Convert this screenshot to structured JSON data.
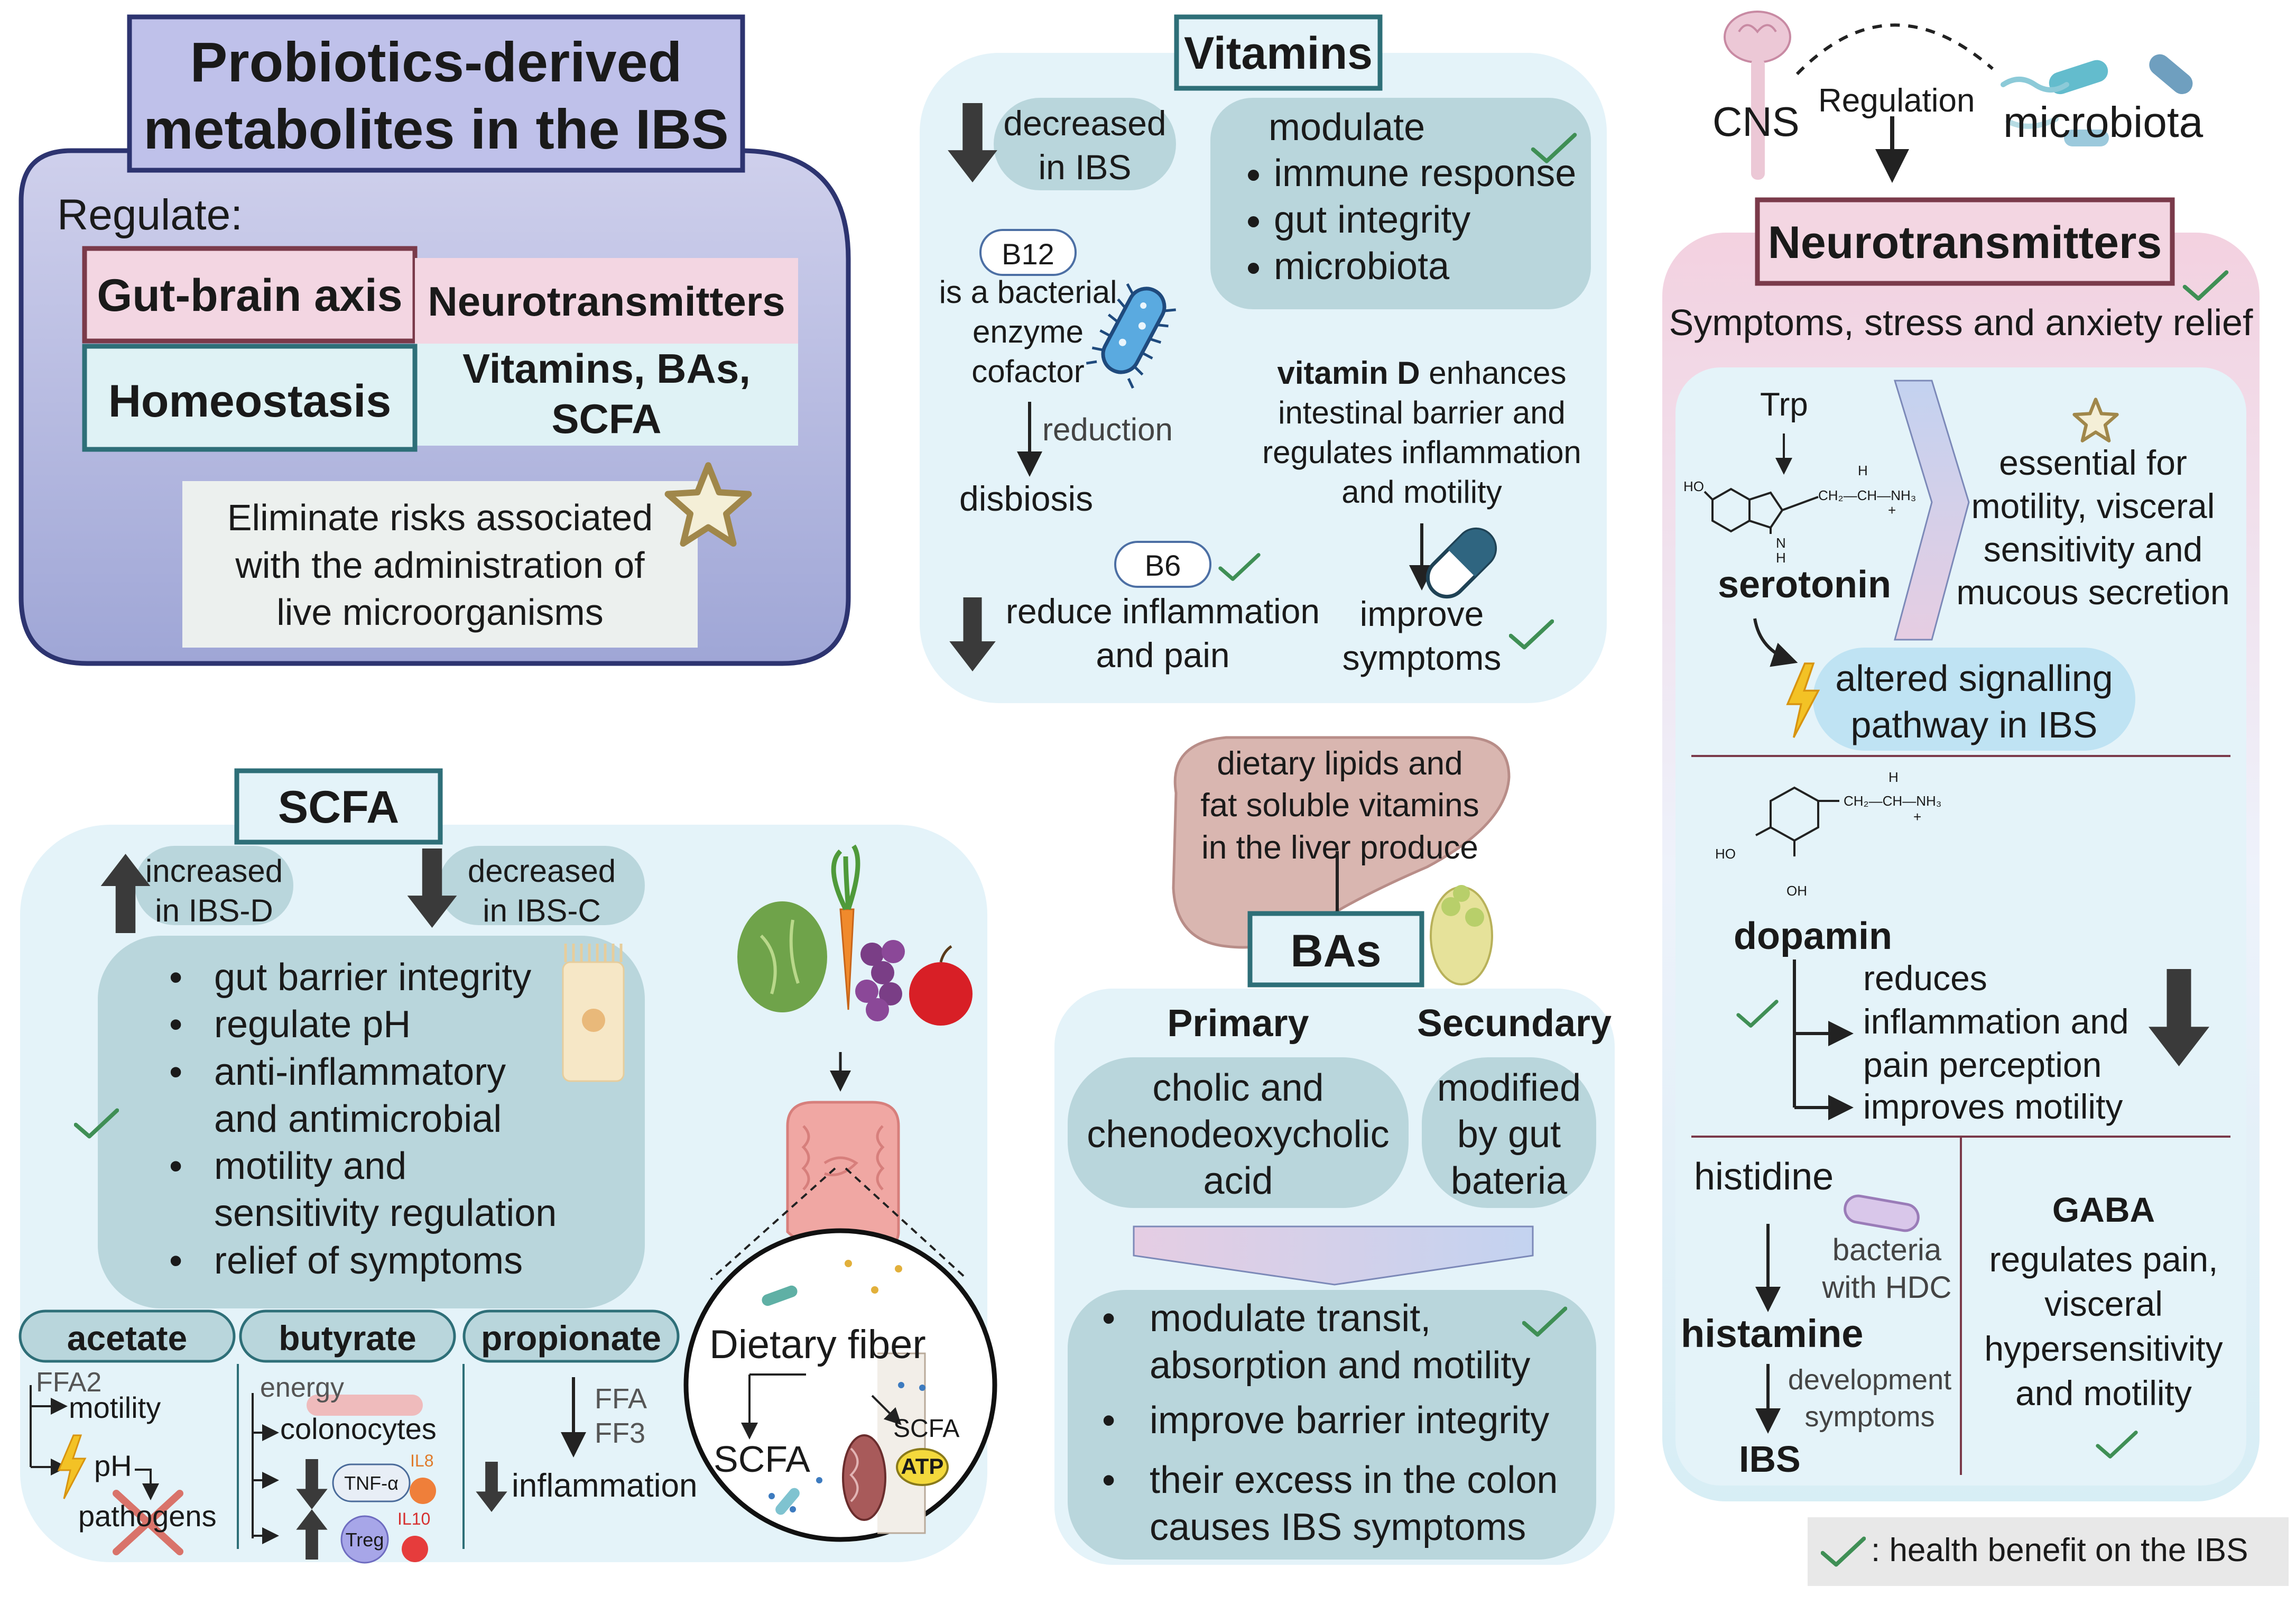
{
  "title": [
    "Probiotics-derived",
    "metabolites in the IBS"
  ],
  "regulate": {
    "label": "Regulate:",
    "gut_brain": "Gut-brain axis",
    "homeostasis": "Homeostasis",
    "neuro": "Neurotransmitters",
    "vitamins_line": [
      "Vitamins, BAs,",
      "SCFA"
    ],
    "eliminate": [
      "Eliminate risks associated",
      "with the administration of",
      "live microorganisms"
    ]
  },
  "vitamins": {
    "header": "Vitamins",
    "decreased": [
      "decreased",
      "in IBS"
    ],
    "modulate": "modulate",
    "bullets": [
      "immune response",
      "gut integrity",
      "microbiota"
    ],
    "b12": "B12",
    "b12_text": [
      "is a bacterial",
      "enzyme",
      "cofactor"
    ],
    "reduction": "reduction",
    "disbiosis": "disbiosis",
    "vitd_bold": "vitamin D",
    "vitd_rest": " enhances",
    "vitd_lines": [
      "intestinal barrier and",
      "regulates inflammation",
      "and motility"
    ],
    "b6": "B6",
    "reduce": [
      "reduce inflammation",
      "and pain"
    ],
    "improve": [
      "improve",
      "symptoms"
    ]
  },
  "top_right": {
    "cns": "CNS",
    "regulation": "Regulation",
    "microbiota": "microbiota"
  },
  "neuro": {
    "header": "Neurotransmitters",
    "relief": "Symptoms, stress and anxiety relief",
    "trp": "Trp",
    "serotonin": "serotonin",
    "essential": [
      "essential for",
      "motility, visceral",
      "sensitivity and",
      "mucous secretion"
    ],
    "altered": [
      "altered signalling",
      "pathway in IBS"
    ],
    "dopamin": "dopamin",
    "reduces": [
      "reduces",
      "inflammation and",
      "pain perception"
    ],
    "improves": "improves motility",
    "histidine": "histidine",
    "bacteria": [
      "bacteria",
      "with HDC"
    ],
    "histamine": "histamine",
    "development": [
      "development",
      "symptoms"
    ],
    "ibs": "IBS",
    "gaba": "GABA",
    "gaba_text": [
      "regulates pain,",
      "visceral",
      "hypersensitivity",
      "and motility"
    ],
    "chem": {
      "ho": "HO",
      "n": "N",
      "h": "H",
      "ch_chain": "CH₂—CH—NH₃",
      "plus": "+",
      "oh": "OH"
    }
  },
  "scfa": {
    "header": "SCFA",
    "increased": [
      "increased",
      "in IBS-D"
    ],
    "decreased": [
      "decreased",
      "in IBS-C"
    ],
    "bullets": [
      "gut barrier integrity",
      "regulate pH",
      "anti-inflammatory",
      "and antimicrobial",
      "motility and",
      "sensitivity regulation",
      "relief of symptoms"
    ],
    "acetate": "acetate",
    "butyrate": "butyrate",
    "propionate": "propionate",
    "ffa2": "FFA2",
    "motility": "motility",
    "ph": "pH",
    "pathogens": "pathogens",
    "energy": "energy",
    "colonocytes": "colonocytes",
    "tnf": "TNF-α",
    "il8": "IL8",
    "treg": "Treg",
    "il10": "IL10",
    "ffa": "FFA",
    "ff3": "FF3",
    "inflammation": "inflammation",
    "dietary_fiber": "Dietary fiber",
    "scfa_small": "SCFA",
    "scfa_big": "SCFA",
    "atp": "ATP"
  },
  "bas": {
    "liver_text": [
      "dietary lipids and",
      "fat soluble vitamins",
      "in the liver produce"
    ],
    "header": "BAs",
    "primary": "Primary",
    "secundary": "Secundary",
    "cholic": [
      "cholic and",
      "chenodeoxycholic",
      "acid"
    ],
    "modified": [
      "modified",
      "by gut",
      "bateria"
    ],
    "bullets": [
      [
        "modulate transit,",
        "absorption and motility"
      ],
      [
        "improve barrier integrity"
      ],
      [
        "their excess in the colon",
        "causes IBS symptoms"
      ]
    ]
  },
  "legend": {
    "text": " :  health benefit on the IBS"
  },
  "colors": {
    "purple_box": "#a7abd9",
    "light_blue": "#e4f3f9",
    "teal_box": "#b9d6dc",
    "pink": "#f3d6e2",
    "check": "#3f8f55",
    "dark_red": "#7a3a4a",
    "teal_border": "#2e6f78",
    "navy_border": "#2d3470"
  },
  "icons": [
    "check-icon",
    "star-icon",
    "arrow-down-icon",
    "arrow-up-icon",
    "lightning-icon",
    "bacterium-icon",
    "pill-icon",
    "liver-icon",
    "colon-icon",
    "vegetables-icon",
    "brain-icon",
    "cross-icon"
  ]
}
